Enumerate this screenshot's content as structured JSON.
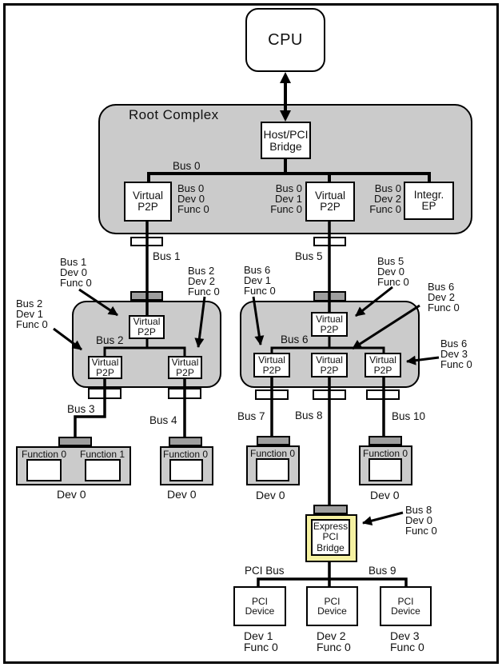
{
  "colors": {
    "container_gray": "#cbcbcb",
    "port_gray": "#9e9e9e",
    "bridge_yellow": "#f5f1a1",
    "line_black": "#000000"
  },
  "nodes": {
    "cpu": "CPU",
    "root_complex_title": "Root Complex",
    "host_pci_bridge": "Host/PCI\nBridge",
    "virtual_p2p": "Virtual\nP2P",
    "integr_ep": "Integr.\nEP",
    "express_pci_bridge": "Express\nPCI\nBridge",
    "pci_device": "PCI\nDevice",
    "function0": "Function 0",
    "function1": "Function 1"
  },
  "bus_labels": {
    "bus0": "Bus 0",
    "bus1": "Bus 1",
    "bus2": "Bus 2",
    "bus3": "Bus 3",
    "bus4": "Bus 4",
    "bus5": "Bus 5",
    "bus6": "Bus 6",
    "bus7": "Bus 7",
    "bus8": "Bus 8",
    "bus9": "Bus 9",
    "bus10": "Bus 10",
    "pci_bus": "PCI Bus"
  },
  "callouts": {
    "rc_dev0": "Bus 0\nDev 0\nFunc 0",
    "rc_dev1": "Bus 0\nDev 1\nFunc 0",
    "rc_dev2": "Bus 0\nDev 2\nFunc 0",
    "sw1_up": "Bus 1\nDev 0\nFunc 0",
    "sw1_dn1": "Bus 2\nDev 1\nFunc 0",
    "sw1_dn2": "Bus 2\nDev 2\nFunc 0",
    "sw2_up": "Bus 5\nDev 0\nFunc 0",
    "sw2_dn1": "Bus 6\nDev 1\nFunc 0",
    "sw2_dn2": "Bus 6\nDev 2\nFunc 0",
    "sw2_dn3": "Bus 6\nDev 3\nFunc 0",
    "express": "Bus 8\nDev 0\nFunc 0"
  },
  "device_labels": {
    "dev0": "Dev 0",
    "dev1_func0": "Dev 1\nFunc 0",
    "dev2_func0": "Dev 2\nFunc 0",
    "dev3_func0": "Dev 3\nFunc 0"
  }
}
